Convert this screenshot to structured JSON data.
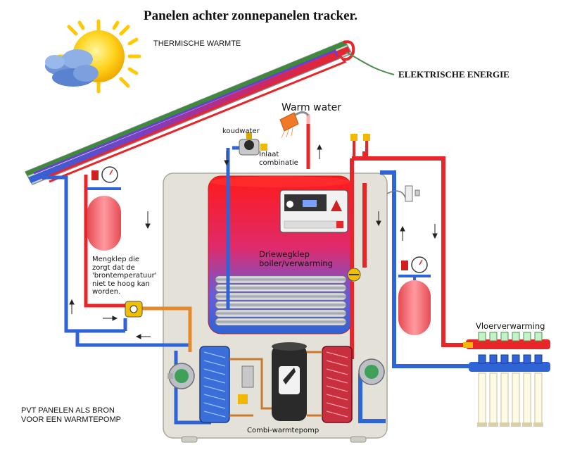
{
  "title": "Panelen achter zonnepanelen tracker.",
  "labels": {
    "thermische_warmte": "THERMISCHE WARMTE",
    "elektrische_energie": "ELEKTRISCHE ENERGIE",
    "warm_water": "Warm water",
    "koudwater": "koudwater",
    "inlaat_combinatie": "Inlaat\ncombinatie",
    "mengklep": "Mengklep die\nzorgt dat de\n'brontemperatuur'\nniet te hoog kan\nworden.",
    "driewegklep": "Driewegklep\nboiler/verwarming",
    "vloerverwarming": "Vloerverwarming",
    "pvt_bron": "PVT PANELEN ALS BRON\nVOOR EEN WARMTEPOMP",
    "combi_warmtepomp": "Combi-warmtepomp"
  },
  "colors": {
    "hot": "#e8262a",
    "cold": "#2f64d6",
    "warm": "#e58a2b",
    "unit": "#e4e2d8",
    "panel_green": "#3f8a3a",
    "sun": "#ffd21a"
  },
  "icons": [
    "sun-icon",
    "cloud-icon",
    "pump-icon",
    "compressor-icon",
    "expansion-vessel-icon",
    "pressure-gauge-icon",
    "shower-icon",
    "thermostat-display-icon"
  ]
}
